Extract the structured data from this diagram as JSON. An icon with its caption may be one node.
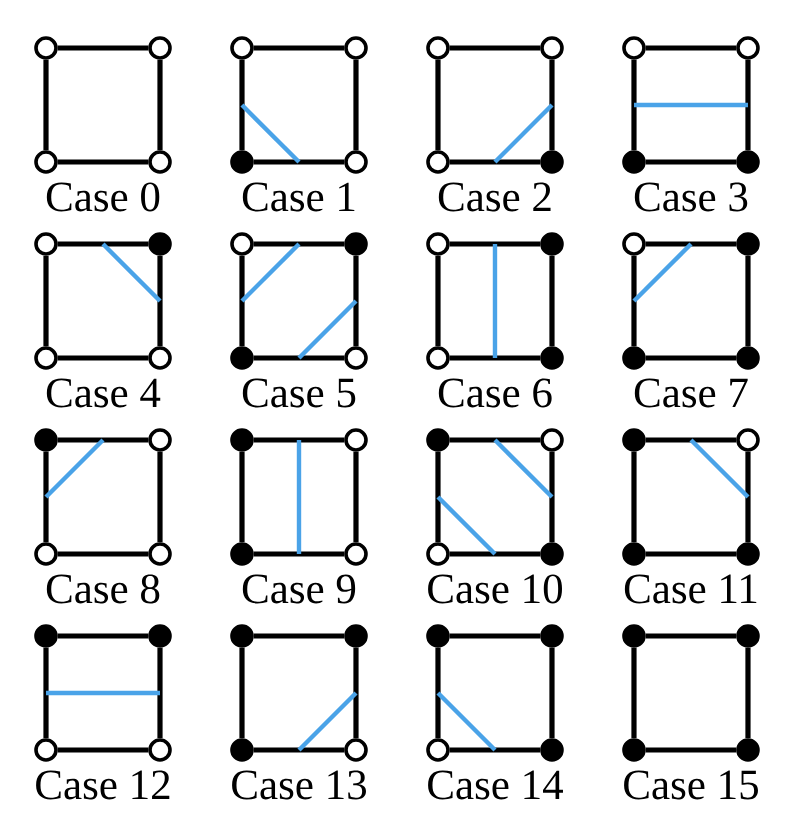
{
  "diagram": {
    "nodes": [
      {
        "text": [],
        "shape": "circle"
      },
      {
        "text": [],
        "shape": "circle"
      },
      {
        "text": [],
        "shape": "circle"
      },
      {
        "text": [],
        "shape": "circle"
      },
      {
        "text": [],
        "shape": "circle"
      },
      {
        "text": [],
        "shape": "circle"
      },
      {
        "text": [],
        "shape": "dot"
      },
      {
        "text": [],
        "shape": "circle"
      },
      {
        "text": [],
        "shape": "circle"
      },
      {
        "text": [],
        "shape": "circle"
      },
      {
        "text": [],
        "shape": "circle"
      },
      {
        "text": [],
        "shape": "dot"
      },
      {
        "text": [],
        "shape": "circle"
      },
      {
        "text": [],
        "shape": "circle"
      },
      {
        "text": [],
        "shape": "dot"
      },
      {
        "text": [],
        "shape": "dot"
      },
      {
        "text": [],
        "shape": "circle"
      },
      {
        "text": [],
        "shape": "dot"
      },
      {
        "text": [],
        "shape": "circle"
      },
      {
        "text": [],
        "shape": "circle"
      },
      {
        "text": [],
        "shape": "circle"
      },
      {
        "text": [],
        "shape": "dot"
      },
      {
        "text": [],
        "shape": "dot"
      },
      {
        "text": [],
        "shape": "circle"
      },
      {
        "text": [],
        "shape": "circle"
      },
      {
        "text": [],
        "shape": "dot"
      },
      {
        "text": [],
        "shape": "circle"
      },
      {
        "text": [],
        "shape": "dot"
      },
      {
        "text": [],
        "shape": "circle"
      },
      {
        "text": [],
        "shape": "dot"
      },
      {
        "text": [],
        "shape": "dot"
      },
      {
        "text": [],
        "shape": "dot"
      },
      {
        "text": [],
        "shape": "dot"
      },
      {
        "text": [],
        "shape": "circle"
      },
      {
        "text": [],
        "shape": "circle"
      },
      {
        "text": [],
        "shape": "circle"
      },
      {
        "text": [],
        "shape": "dot"
      },
      {
        "text": [],
        "shape": "circle"
      },
      {
        "text": [],
        "shape": "dot"
      },
      {
        "text": [],
        "shape": "circle"
      },
      {
        "text": [],
        "shape": "dot"
      },
      {
        "text": [],
        "shape": "circle"
      },
      {
        "text": [],
        "shape": "circle"
      },
      {
        "text": [],
        "shape": "dot"
      },
      {
        "text": [],
        "shape": "dot"
      },
      {
        "text": [],
        "shape": "circle"
      },
      {
        "text": [],
        "shape": "dot"
      },
      {
        "text": [],
        "shape": "dot"
      },
      {
        "text": [],
        "shape": "dot"
      },
      {
        "text": [],
        "shape": "dot"
      },
      {
        "text": [],
        "shape": "circle"
      },
      {
        "text": [],
        "shape": "circle"
      },
      {
        "text": [],
        "shape": "dot"
      },
      {
        "text": [],
        "shape": "dot"
      },
      {
        "text": [],
        "shape": "dot"
      },
      {
        "text": [],
        "shape": "circle"
      },
      {
        "text": [],
        "shape": "dot"
      },
      {
        "text": [],
        "shape": "dot"
      },
      {
        "text": [],
        "shape": "circle"
      },
      {
        "text": [],
        "shape": "dot"
      },
      {
        "text": [],
        "shape": "dot"
      },
      {
        "text": [],
        "shape": "dot"
      },
      {
        "text": [],
        "shape": "dot"
      },
      {
        "text": [],
        "shape": "dot"
      }
    ],
    "edges": [
      {
        "from": 0,
        "to": 1,
        "arrow": "none"
      },
      {
        "from": 1,
        "to": 3,
        "arrow": "none"
      },
      {
        "from": 2,
        "to": 3,
        "arrow": "none"
      },
      {
        "from": 0,
        "to": 2,
        "arrow": "none"
      },
      {
        "from": 4,
        "to": 5,
        "arrow": "none"
      },
      {
        "from": 5,
        "to": 7,
        "arrow": "none"
      },
      {
        "from": 6,
        "to": 7,
        "arrow": "none"
      },
      {
        "from": 4,
        "to": 6,
        "arrow": "none"
      },
      {
        "from": 8,
        "to": 9,
        "arrow": "none"
      },
      {
        "from": 9,
        "to": 11,
        "arrow": "none"
      },
      {
        "from": 10,
        "to": 11,
        "arrow": "none"
      },
      {
        "from": 8,
        "to": 10,
        "arrow": "none"
      },
      {
        "from": 12,
        "to": 13,
        "arrow": "none"
      },
      {
        "from": 13,
        "to": 15,
        "arrow": "none"
      },
      {
        "from": 14,
        "to": 15,
        "arrow": "none"
      },
      {
        "from": 12,
        "to": 14,
        "arrow": "none"
      },
      {
        "from": 16,
        "to": 17,
        "arrow": "none"
      },
      {
        "from": 17,
        "to": 19,
        "arrow": "none"
      },
      {
        "from": 18,
        "to": 19,
        "arrow": "none"
      },
      {
        "from": 16,
        "to": 18,
        "arrow": "none"
      },
      {
        "from": 20,
        "to": 21,
        "arrow": "none"
      },
      {
        "from": 21,
        "to": 23,
        "arrow": "none"
      },
      {
        "from": 22,
        "to": 23,
        "arrow": "none"
      },
      {
        "from": 20,
        "to": 22,
        "arrow": "none"
      },
      {
        "from": 24,
        "to": 25,
        "arrow": "none"
      },
      {
        "from": 25,
        "to": 27,
        "arrow": "none"
      },
      {
        "from": 26,
        "to": 27,
        "arrow": "none"
      },
      {
        "from": 24,
        "to": 26,
        "arrow": "none"
      },
      {
        "from": 28,
        "to": 29,
        "arrow": "none"
      },
      {
        "from": 29,
        "to": 31,
        "arrow": "none"
      },
      {
        "from": 30,
        "to": 31,
        "arrow": "none"
      },
      {
        "from": 28,
        "to": 30,
        "arrow": "none"
      },
      {
        "from": 32,
        "to": 33,
        "arrow": "none"
      },
      {
        "from": 33,
        "to": 35,
        "arrow": "none"
      },
      {
        "from": 34,
        "to": 35,
        "arrow": "none"
      },
      {
        "from": 32,
        "to": 34,
        "arrow": "none"
      },
      {
        "from": 36,
        "to": 37,
        "arrow": "none"
      },
      {
        "from": 37,
        "to": 39,
        "arrow": "none"
      },
      {
        "from": 38,
        "to": 39,
        "arrow": "none"
      },
      {
        "from": 36,
        "to": 38,
        "arrow": "none"
      },
      {
        "from": 40,
        "to": 41,
        "arrow": "none"
      },
      {
        "from": 41,
        "to": 43,
        "arrow": "none"
      },
      {
        "from": 42,
        "to": 43,
        "arrow": "none"
      },
      {
        "from": 40,
        "to": 42,
        "arrow": "none"
      },
      {
        "from": 44,
        "to": 45,
        "arrow": "none"
      },
      {
        "from": 45,
        "to": 47,
        "arrow": "none"
      },
      {
        "from": 46,
        "to": 47,
        "arrow": "none"
      },
      {
        "from": 44,
        "to": 46,
        "arrow": "none"
      },
      {
        "from": 48,
        "to": 49,
        "arrow": "none"
      },
      {
        "from": 49,
        "to": 51,
        "arrow": "none"
      },
      {
        "from": 50,
        "to": 51,
        "arrow": "none"
      },
      {
        "from": 48,
        "to": 50,
        "arrow": "none"
      },
      {
        "from": 52,
        "to": 53,
        "arrow": "none"
      },
      {
        "from": 53,
        "to": 55,
        "arrow": "none"
      },
      {
        "from": 54,
        "to": 55,
        "arrow": "none"
      },
      {
        "from": 52,
        "to": 54,
        "arrow": "none"
      },
      {
        "from": 56,
        "to": 57,
        "arrow": "none"
      },
      {
        "from": 57,
        "to": 59,
        "arrow": "none"
      },
      {
        "from": 58,
        "to": 59,
        "arrow": "none"
      },
      {
        "from": 56,
        "to": 58,
        "arrow": "none"
      },
      {
        "from": 60,
        "to": 61,
        "arrow": "none"
      },
      {
        "from": 61,
        "to": 63,
        "arrow": "none"
      },
      {
        "from": 62,
        "to": 63,
        "arrow": "none"
      },
      {
        "from": 60,
        "to": 62,
        "arrow": "none"
      }
    ],
    "labels": [
      "Case 0",
      "Case 1",
      "Case 2",
      "Case 3",
      "Case 4",
      "Case 5",
      "Case 6",
      "Case 7",
      "Case 8",
      "Case 9",
      "Case 10",
      "Case 11",
      "Case 12",
      "Case 13",
      "Case 14",
      "Case 15"
    ]
  }
}
